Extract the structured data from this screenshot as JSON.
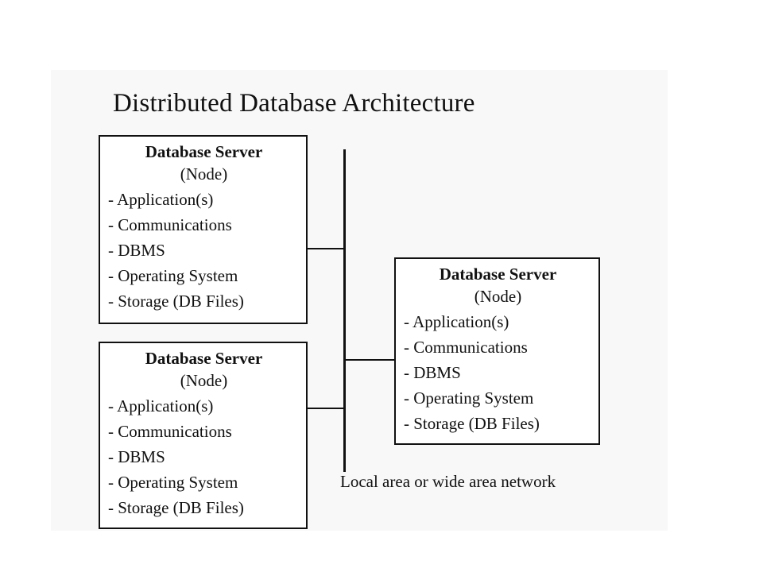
{
  "diagram": {
    "title": "Distributed Database Architecture",
    "network_label": "Local area or wide area network",
    "nodes": [
      {
        "heading": "Database Server",
        "subheading": "(Node)",
        "items": [
          "- Application(s)",
          "- Communications",
          "- DBMS",
          "- Operating System",
          "- Storage (DB Files)"
        ]
      },
      {
        "heading": "Database Server",
        "subheading": "(Node)",
        "items": [
          "- Application(s)",
          "- Communications",
          "- DBMS",
          "- Operating System",
          "- Storage (DB Files)"
        ]
      },
      {
        "heading": "Database Server",
        "subheading": "(Node)",
        "items": [
          "- Application(s)",
          "- Communications",
          "- DBMS",
          "- Operating System",
          "- Storage (DB Files)"
        ]
      }
    ]
  }
}
